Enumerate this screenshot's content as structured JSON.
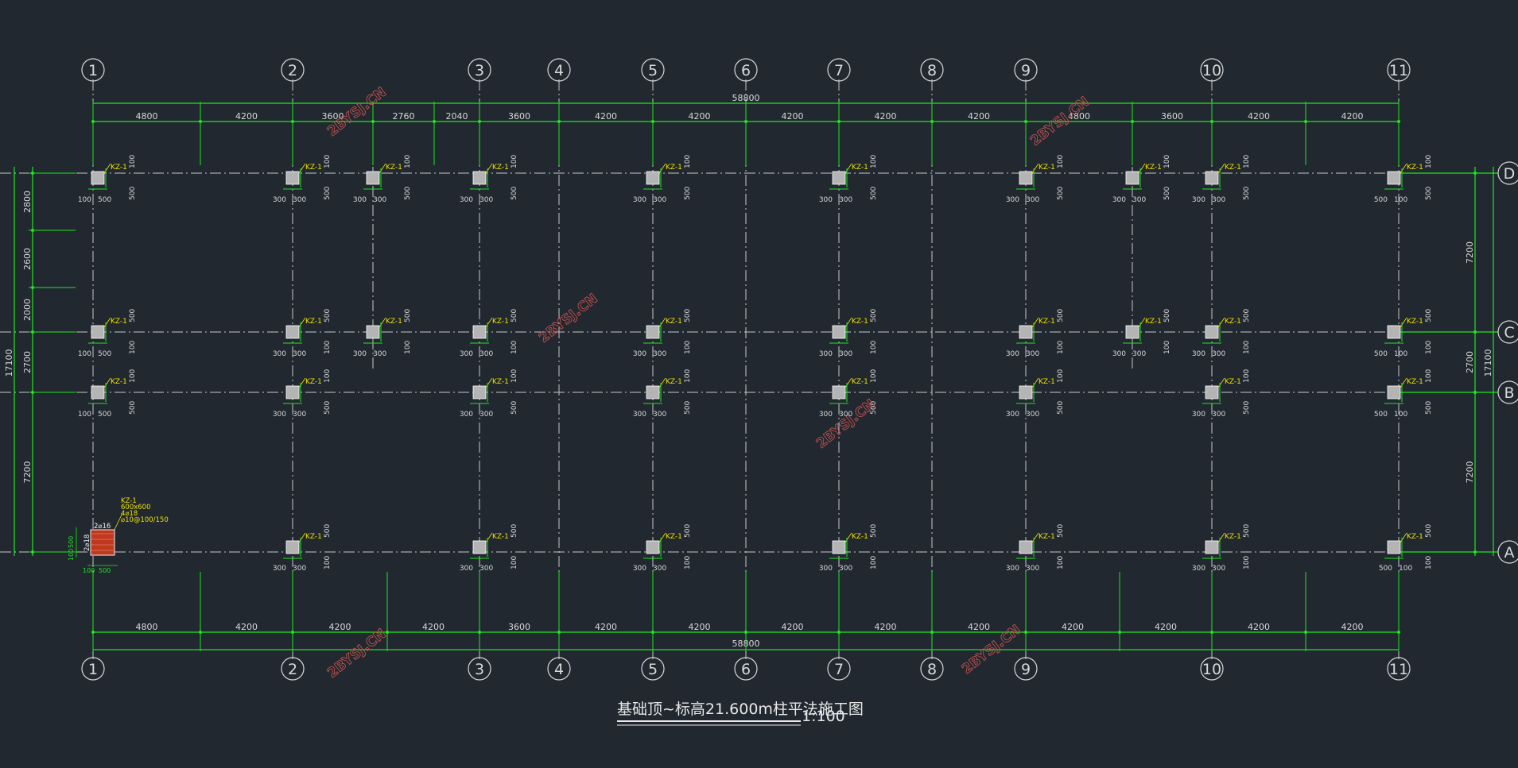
{
  "drawing": {
    "title": "基础顶~标高21.600m柱平法施工图",
    "scale": "1:100",
    "watermark": "2BYSJ.CN",
    "total_length": "58800",
    "total_width": "17100",
    "colors": {
      "background": "#212830",
      "dimension": "#1ee61e",
      "axis_line": "#c8c8c8",
      "bubble": "#d8d8d8",
      "column": "#b4b4b4",
      "label": "#f0e000",
      "highlight_column": "#c03820",
      "watermark": "#c0504d"
    }
  },
  "axes": {
    "columns": [
      "1",
      "2",
      "3",
      "4",
      "5",
      "6",
      "7",
      "8",
      "9",
      "10",
      "11"
    ],
    "rows": [
      "D",
      "C",
      "B",
      "A"
    ]
  },
  "dimensions": {
    "top_chain": [
      "4800",
      "4200",
      "3600",
      "2760",
      "2040",
      "3600",
      "4200",
      "4200",
      "4200",
      "4200",
      "4200",
      "4800",
      "3600",
      "4200",
      "4200"
    ],
    "bottom_chain": [
      "4800",
      "4200",
      "4200",
      "4200",
      "3600",
      "4200",
      "4200",
      "4200",
      "4200",
      "4200",
      "4200",
      "4200",
      "4200",
      "4200"
    ],
    "left_chain": [
      "2800",
      "2600",
      "2000",
      "2700",
      "7200"
    ],
    "right_chain": [
      "7200",
      "2700",
      "7200"
    ]
  },
  "column_labels": {
    "name": "KZ-1",
    "offsets": {
      "a": "100",
      "b": "500",
      "c": "300"
    }
  },
  "detail": {
    "name": "KZ-1",
    "size": "600x600",
    "bars": "4⌀18",
    "stirrups": "⌀10@100/150",
    "side_bars_x": "2⌀16",
    "side_bars_y": "2⌀18",
    "dim_a": "100",
    "dim_b": "500"
  }
}
